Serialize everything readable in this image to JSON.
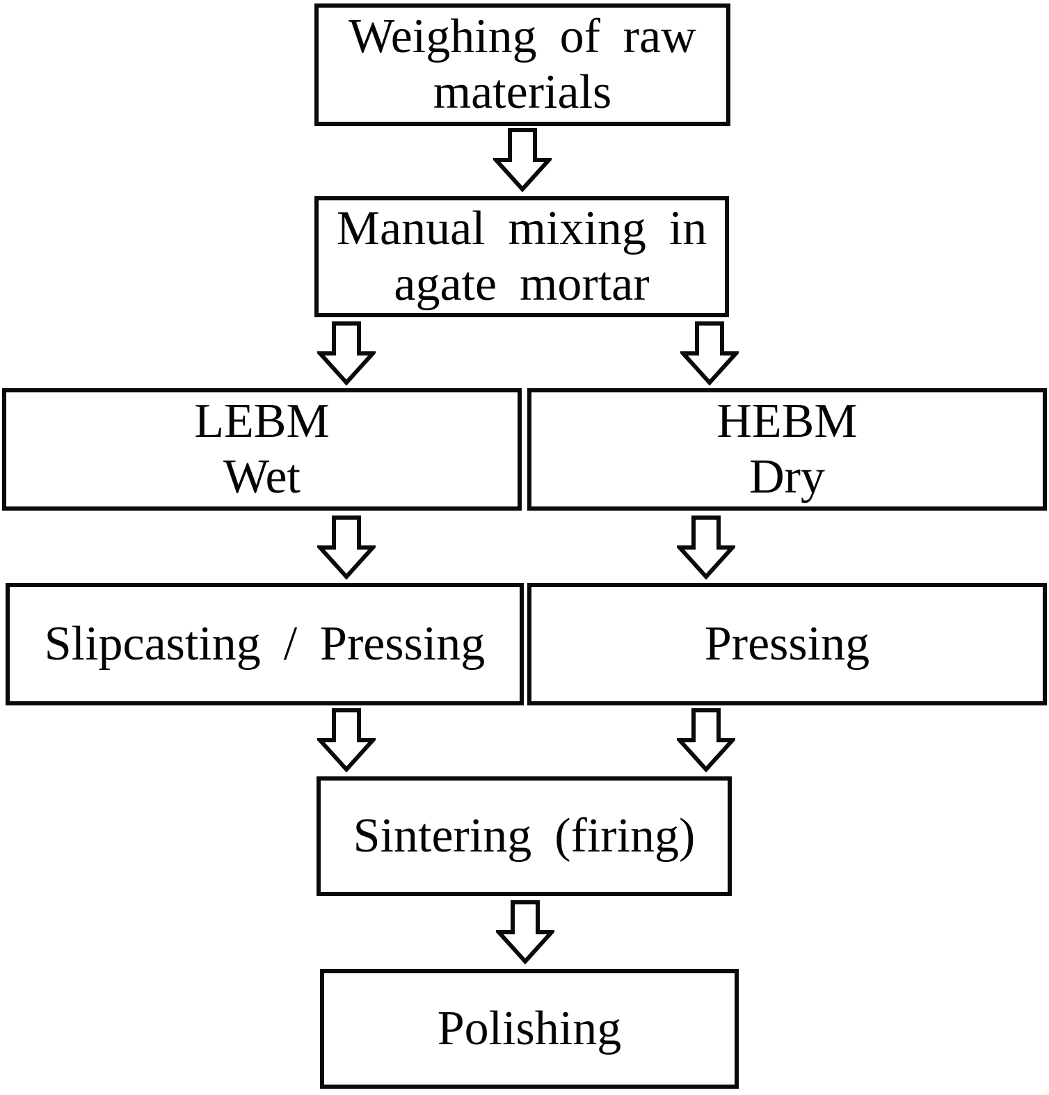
{
  "diagram": {
    "type": "flowchart",
    "colors": {
      "line": "#000000",
      "background": "#ffffff",
      "text": "#000000",
      "arrow_fill": "#ffffff"
    },
    "icons": {
      "connector": "down-block-arrow-icon"
    },
    "nodes": {
      "weighing": {
        "line1": "Weighing of raw",
        "line2": "materials"
      },
      "mixing": {
        "line1": "Manual mixing in",
        "line2": "agate mortar"
      },
      "lebm": {
        "line1": "LEBM",
        "line2": "Wet"
      },
      "hebm": {
        "line1": "HEBM",
        "line2": "Dry"
      },
      "slipcasting": {
        "label": "Slipcasting / Pressing"
      },
      "pressing": {
        "label": "Pressing"
      },
      "sintering": {
        "label": "Sintering (firing)"
      },
      "polishing": {
        "label": "Polishing"
      }
    },
    "edges": [
      {
        "from": "weighing",
        "to": "mixing"
      },
      {
        "from": "mixing",
        "to": "lebm"
      },
      {
        "from": "mixing",
        "to": "hebm"
      },
      {
        "from": "lebm",
        "to": "slipcasting"
      },
      {
        "from": "hebm",
        "to": "pressing"
      },
      {
        "from": "slipcasting",
        "to": "sintering"
      },
      {
        "from": "pressing",
        "to": "sintering"
      },
      {
        "from": "sintering",
        "to": "polishing"
      }
    ]
  }
}
